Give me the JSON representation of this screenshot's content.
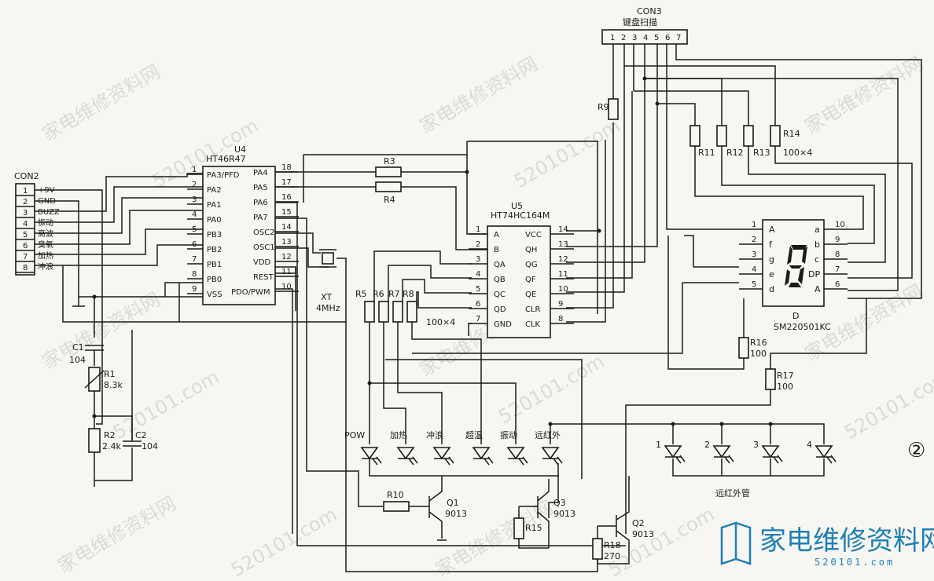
{
  "figure_number": "②",
  "con2": {
    "title": "CON2",
    "pins": [
      "1",
      "2",
      "3",
      "4",
      "5",
      "6",
      "7",
      "8"
    ],
    "signals": [
      "+9V",
      "GND",
      "BUZZ",
      "振动",
      "高波",
      "臭氧",
      "加热",
      "冲浪"
    ]
  },
  "con3": {
    "title": "CON3",
    "subtitle": "键盘扫描",
    "pins": [
      "1",
      "2",
      "3",
      "4",
      "5",
      "6",
      "7"
    ]
  },
  "u4": {
    "ref": "U4",
    "part": "HT46R47",
    "left_pins": [
      {
        "num": "1",
        "name": "PA3/PFD"
      },
      {
        "num": "2",
        "name": "PA2"
      },
      {
        "num": "3",
        "name": "PA1"
      },
      {
        "num": "4",
        "name": "PA0"
      },
      {
        "num": "5",
        "name": "PB3"
      },
      {
        "num": "6",
        "name": "PB2"
      },
      {
        "num": "7",
        "name": "PB1"
      },
      {
        "num": "8",
        "name": "PB0"
      },
      {
        "num": "9",
        "name": "VSS"
      }
    ],
    "right_pins": [
      {
        "num": "18",
        "name": "PA4"
      },
      {
        "num": "17",
        "name": "PA5"
      },
      {
        "num": "16",
        "name": "PA6"
      },
      {
        "num": "15",
        "name": "PA7"
      },
      {
        "num": "14",
        "name": "OSC2"
      },
      {
        "num": "13",
        "name": "OSC1"
      },
      {
        "num": "12",
        "name": "VDD"
      },
      {
        "num": "11",
        "name": "REST"
      },
      {
        "num": "10",
        "name": "PDO/PWM"
      }
    ]
  },
  "u5": {
    "ref": "U5",
    "part": "HT74HC164M",
    "left_pins": [
      {
        "num": "1",
        "name": "A"
      },
      {
        "num": "2",
        "name": "B"
      },
      {
        "num": "3",
        "name": "QA"
      },
      {
        "num": "4",
        "name": "QB"
      },
      {
        "num": "5",
        "name": "QC"
      },
      {
        "num": "6",
        "name": "QD"
      },
      {
        "num": "7",
        "name": "GND"
      }
    ],
    "right_pins": [
      {
        "num": "14",
        "name": "VCC"
      },
      {
        "num": "13",
        "name": "QH"
      },
      {
        "num": "12",
        "name": "QG"
      },
      {
        "num": "11",
        "name": "QF"
      },
      {
        "num": "10",
        "name": "QE"
      },
      {
        "num": "9",
        "name": "CLR"
      },
      {
        "num": "8",
        "name": "CLK"
      }
    ]
  },
  "display": {
    "ref": "D",
    "part": "SM220501KC",
    "left_pins": [
      {
        "num": "1",
        "name": "A"
      },
      {
        "num": "2",
        "name": "f"
      },
      {
        "num": "3",
        "name": "g"
      },
      {
        "num": "4",
        "name": "e"
      },
      {
        "num": "5",
        "name": "d"
      }
    ],
    "right_pins": [
      {
        "num": "10",
        "name": "a"
      },
      {
        "num": "9",
        "name": "b"
      },
      {
        "num": "8",
        "name": "c"
      },
      {
        "num": "7",
        "name": "DP"
      },
      {
        "num": "6",
        "name": "A"
      }
    ]
  },
  "crystal": {
    "ref": "XT",
    "value": "4MHz"
  },
  "resistors": {
    "r1": "R1",
    "r1v": "8.3k",
    "r2": "R2",
    "r2v": "2.4k",
    "r3": "R3",
    "r4": "R4",
    "r9": "R9",
    "r10": "R10",
    "r11": "R11",
    "r12": "R12",
    "r13": "R13",
    "r14": "R14",
    "r14v": "100×4",
    "r5": "R5",
    "r6": "R6",
    "r7": "R7",
    "r8": "R8",
    "r58v": "100×4",
    "r15": "R15",
    "r16": "R16",
    "r16v": "100",
    "r17": "R17",
    "r17v": "100",
    "r18": "R18",
    "r18v": "270"
  },
  "capacitors": {
    "c1": "C1",
    "c1v": "104",
    "c2": "C2",
    "c2v": "104"
  },
  "transistors": {
    "q1": "Q1",
    "q1v": "9013",
    "q2": "Q2",
    "q2v": "9013",
    "q3": "Q3",
    "q3v": "9013"
  },
  "leds": [
    "POW",
    "加热",
    "冲浪",
    "超温",
    "振动",
    "远红外"
  ],
  "ir_leds": {
    "numbers": [
      "1",
      "2",
      "3",
      "4"
    ],
    "caption": "远红外管"
  },
  "watermark": {
    "text_cn": "家电维修资料网",
    "text_url": "520101.com"
  },
  "logo": {
    "cn": "家电维修资料网",
    "url": "520101.com"
  }
}
